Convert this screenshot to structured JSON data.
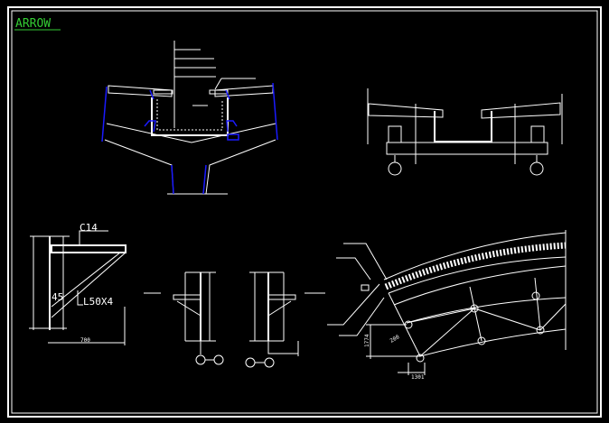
{
  "title": "ARROW",
  "colors": {
    "background": "#000000",
    "lines": "#ffffff",
    "title": "#33cc33",
    "highlight": "#1a1aff"
  },
  "bracket_detail": {
    "channel_label": "C14",
    "angle_label": "45",
    "angle_steel_label": "L50X4",
    "width_dim": "700"
  },
  "arc_truss_detail": {
    "height_dim": "1774",
    "offset_dim": "200",
    "base_dim": "1301"
  }
}
